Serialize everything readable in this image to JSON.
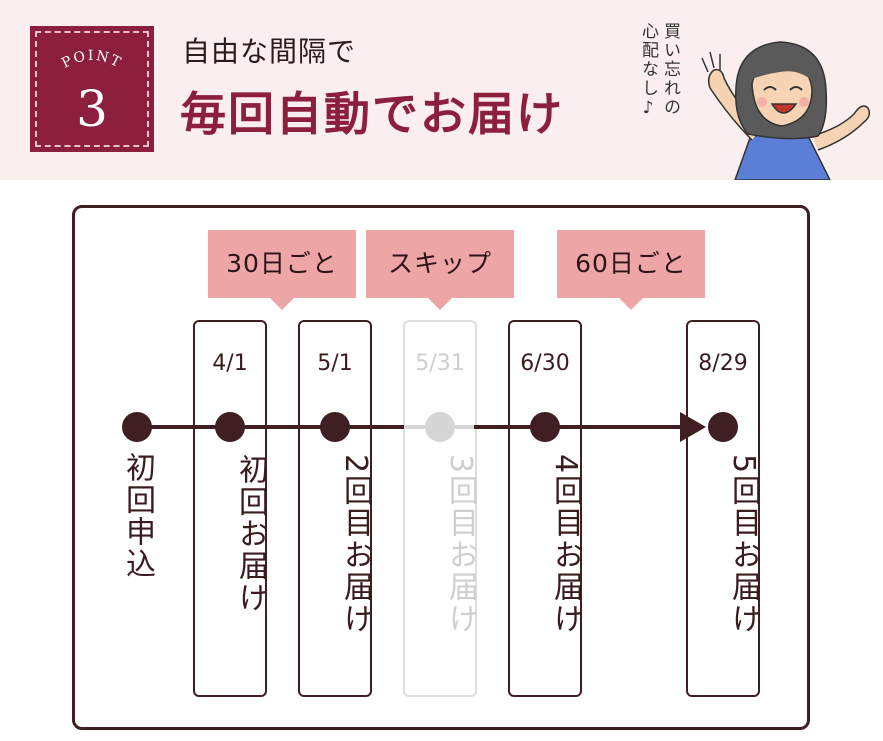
{
  "header": {
    "badge_word": "POINT",
    "badge_number": "3",
    "subtitle": "自由な間隔で",
    "title": "毎回自動でお届け",
    "handwriting": [
      "買い忘れの",
      "心配なし♪"
    ]
  },
  "intervals": [
    "30日ごと",
    "スキップ",
    "60日ごと"
  ],
  "start_label": "初回申込",
  "deliveries": [
    {
      "date": "4/1",
      "label": "初回お届け",
      "skipped": false
    },
    {
      "date": "5/1",
      "label": "2回目お届け",
      "skipped": false
    },
    {
      "date": "5/31",
      "label": "3回目お届け",
      "skipped": true
    },
    {
      "date": "6/30",
      "label": "4回目お届け",
      "skipped": false
    },
    {
      "date": "8/29",
      "label": "5回目お届け",
      "skipped": false
    }
  ],
  "colors": {
    "brand": "#8c1f3c",
    "header_bg": "#fbeeee",
    "tag_bg": "#eea5a6",
    "line": "#3f1f22",
    "skipped": "#d6d6d6"
  }
}
